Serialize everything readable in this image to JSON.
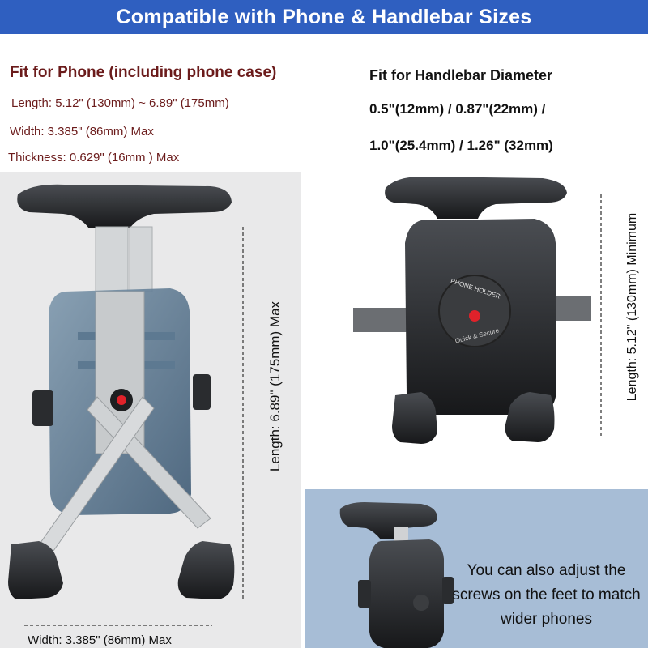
{
  "banner": {
    "title": "Compatible with Phone & Handlebar Sizes"
  },
  "phone_fit": {
    "heading": "Fit for Phone (including phone case)",
    "length": "Length: 5.12\" (130mm) ~ 6.89\" (175mm)",
    "width": "Width: 3.385\" (86mm) Max",
    "thickness": "Thickness: 0.629\" (16mm ) Max"
  },
  "handlebar_fit": {
    "heading": "Fit for Handlebar Diameter",
    "sizes_line1": "0.5\"(12mm) / 0.87\"(22mm) /",
    "sizes_line2": "1.0\"(25.4mm) / 1.26\" (32mm)"
  },
  "left_diagram": {
    "length_label": "Length: 6.89\" (175mm) Max",
    "width_label": "Width: 3.385\" (86mm) Max"
  },
  "right_diagram": {
    "length_label": "Length: 5.12\" (130mm) Minimum",
    "badge_text": "PHONE HOLDER",
    "badge_subtext": "Quick & Secure"
  },
  "feet_note": {
    "text": "You can also adjust the screws on the feet to match wider phones"
  },
  "colors": {
    "banner_bg": "#2f5fc0",
    "spec_text": "#6b1b1b",
    "bottom_panel_bg": "#a7bdd6",
    "left_panel_bg": "#e9e9ea",
    "accent_red": "#e0222a"
  }
}
